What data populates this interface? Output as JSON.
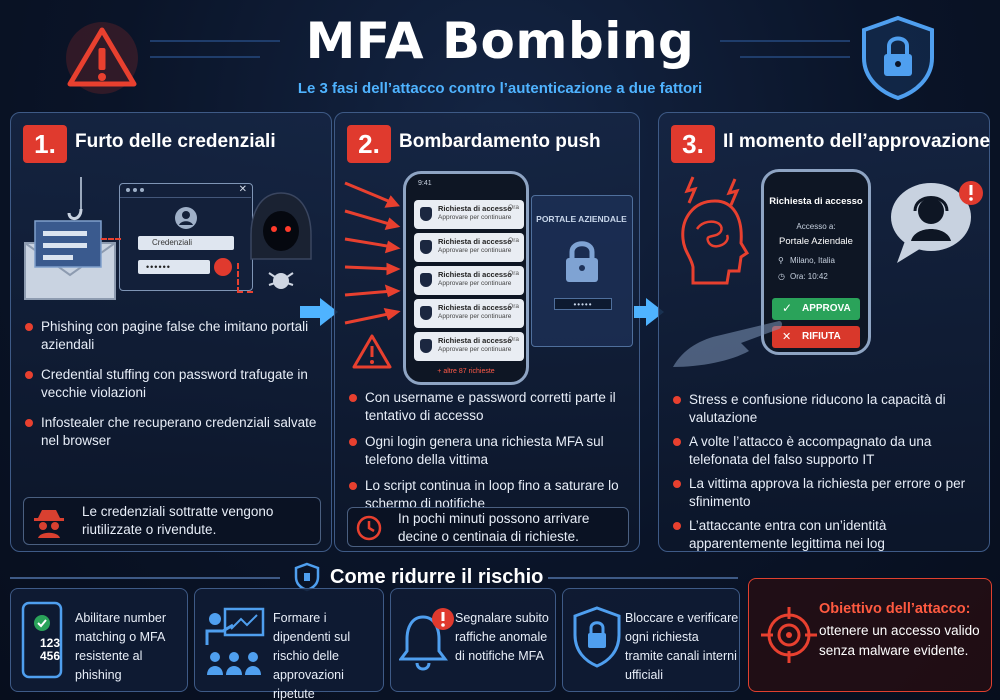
{
  "header": {
    "title": "MFA Bombing",
    "subtitle": "Le 3 fasi dell’attacco contro l’autenticazione a due fattori"
  },
  "colors": {
    "accent_red": "#e03a2e",
    "accent_blue": "#4fb3ff",
    "background": "#0a1428",
    "panel_border": "#3e5a86"
  },
  "phases": [
    {
      "number": "1.",
      "title": "Furto delle credenziali",
      "login_window": {
        "username": "Credenziali",
        "password": "••••••"
      },
      "bullets": [
        "Phishing con pagine false che imitano portali aziendali",
        "Credential stuffing con password trafugate in vecchie violazioni",
        "Infostealer che recuperano credenziali salvate nel browser"
      ],
      "note": "Le credenziali sottratte vengono riutilizzate o rivendute."
    },
    {
      "number": "2.",
      "title": "Bombardamento push",
      "phone_time": "9:41",
      "notification": {
        "title": "Richiesta di accesso",
        "subtitle": "Approvare per continuare",
        "time": "Ora"
      },
      "more_requests": "+ altre 87 richieste",
      "portal": {
        "title": "PORTALE AZIENDALE",
        "password": "•••••"
      },
      "bullets": [
        "Con username e password corretti parte il tentativo di accesso",
        "Ogni login genera una richiesta MFA sul telefono della vittima",
        "Lo script continua in loop fino a saturare lo schermo di notifiche"
      ],
      "note": "In pochi minuti possono arrivare decine o centinaia di richieste."
    },
    {
      "number": "3.",
      "title": "Il momento dell’approvazione",
      "request": {
        "title": "Richiesta di accesso",
        "access_label": "Accesso a:",
        "portal": "Portale Aziendale",
        "location": "Milano, Italia",
        "time": "Ora: 10:42",
        "approve": "APPROVA",
        "reject": "RIFIUTA"
      },
      "bullets": [
        "Stress e confusione riducono la capacità di valutazione",
        "A volte l’attacco è accompagnato da una telefonata del falso supporto IT",
        "La vittima approva la richiesta per errore o per sfinimento",
        "L’attaccante entra con un’identità apparentemente legittima nei log"
      ]
    }
  ],
  "mitigation": {
    "title": "Come ridurre il rischio",
    "phone_code": [
      "123",
      "456"
    ],
    "tips": [
      "Abilitare number matching o MFA resistente al phishing",
      "Formare i dipendenti sul rischio delle approvazioni ripetute",
      "Segnalare subito raffiche anomale di notifiche MFA",
      "Bloccare e verificare ogni richiesta tramite canali interni ufficiali"
    ],
    "goal": {
      "title": "Obiettivo dell’attacco:",
      "text": "ottenere un accesso valido senza malware evidente."
    }
  }
}
